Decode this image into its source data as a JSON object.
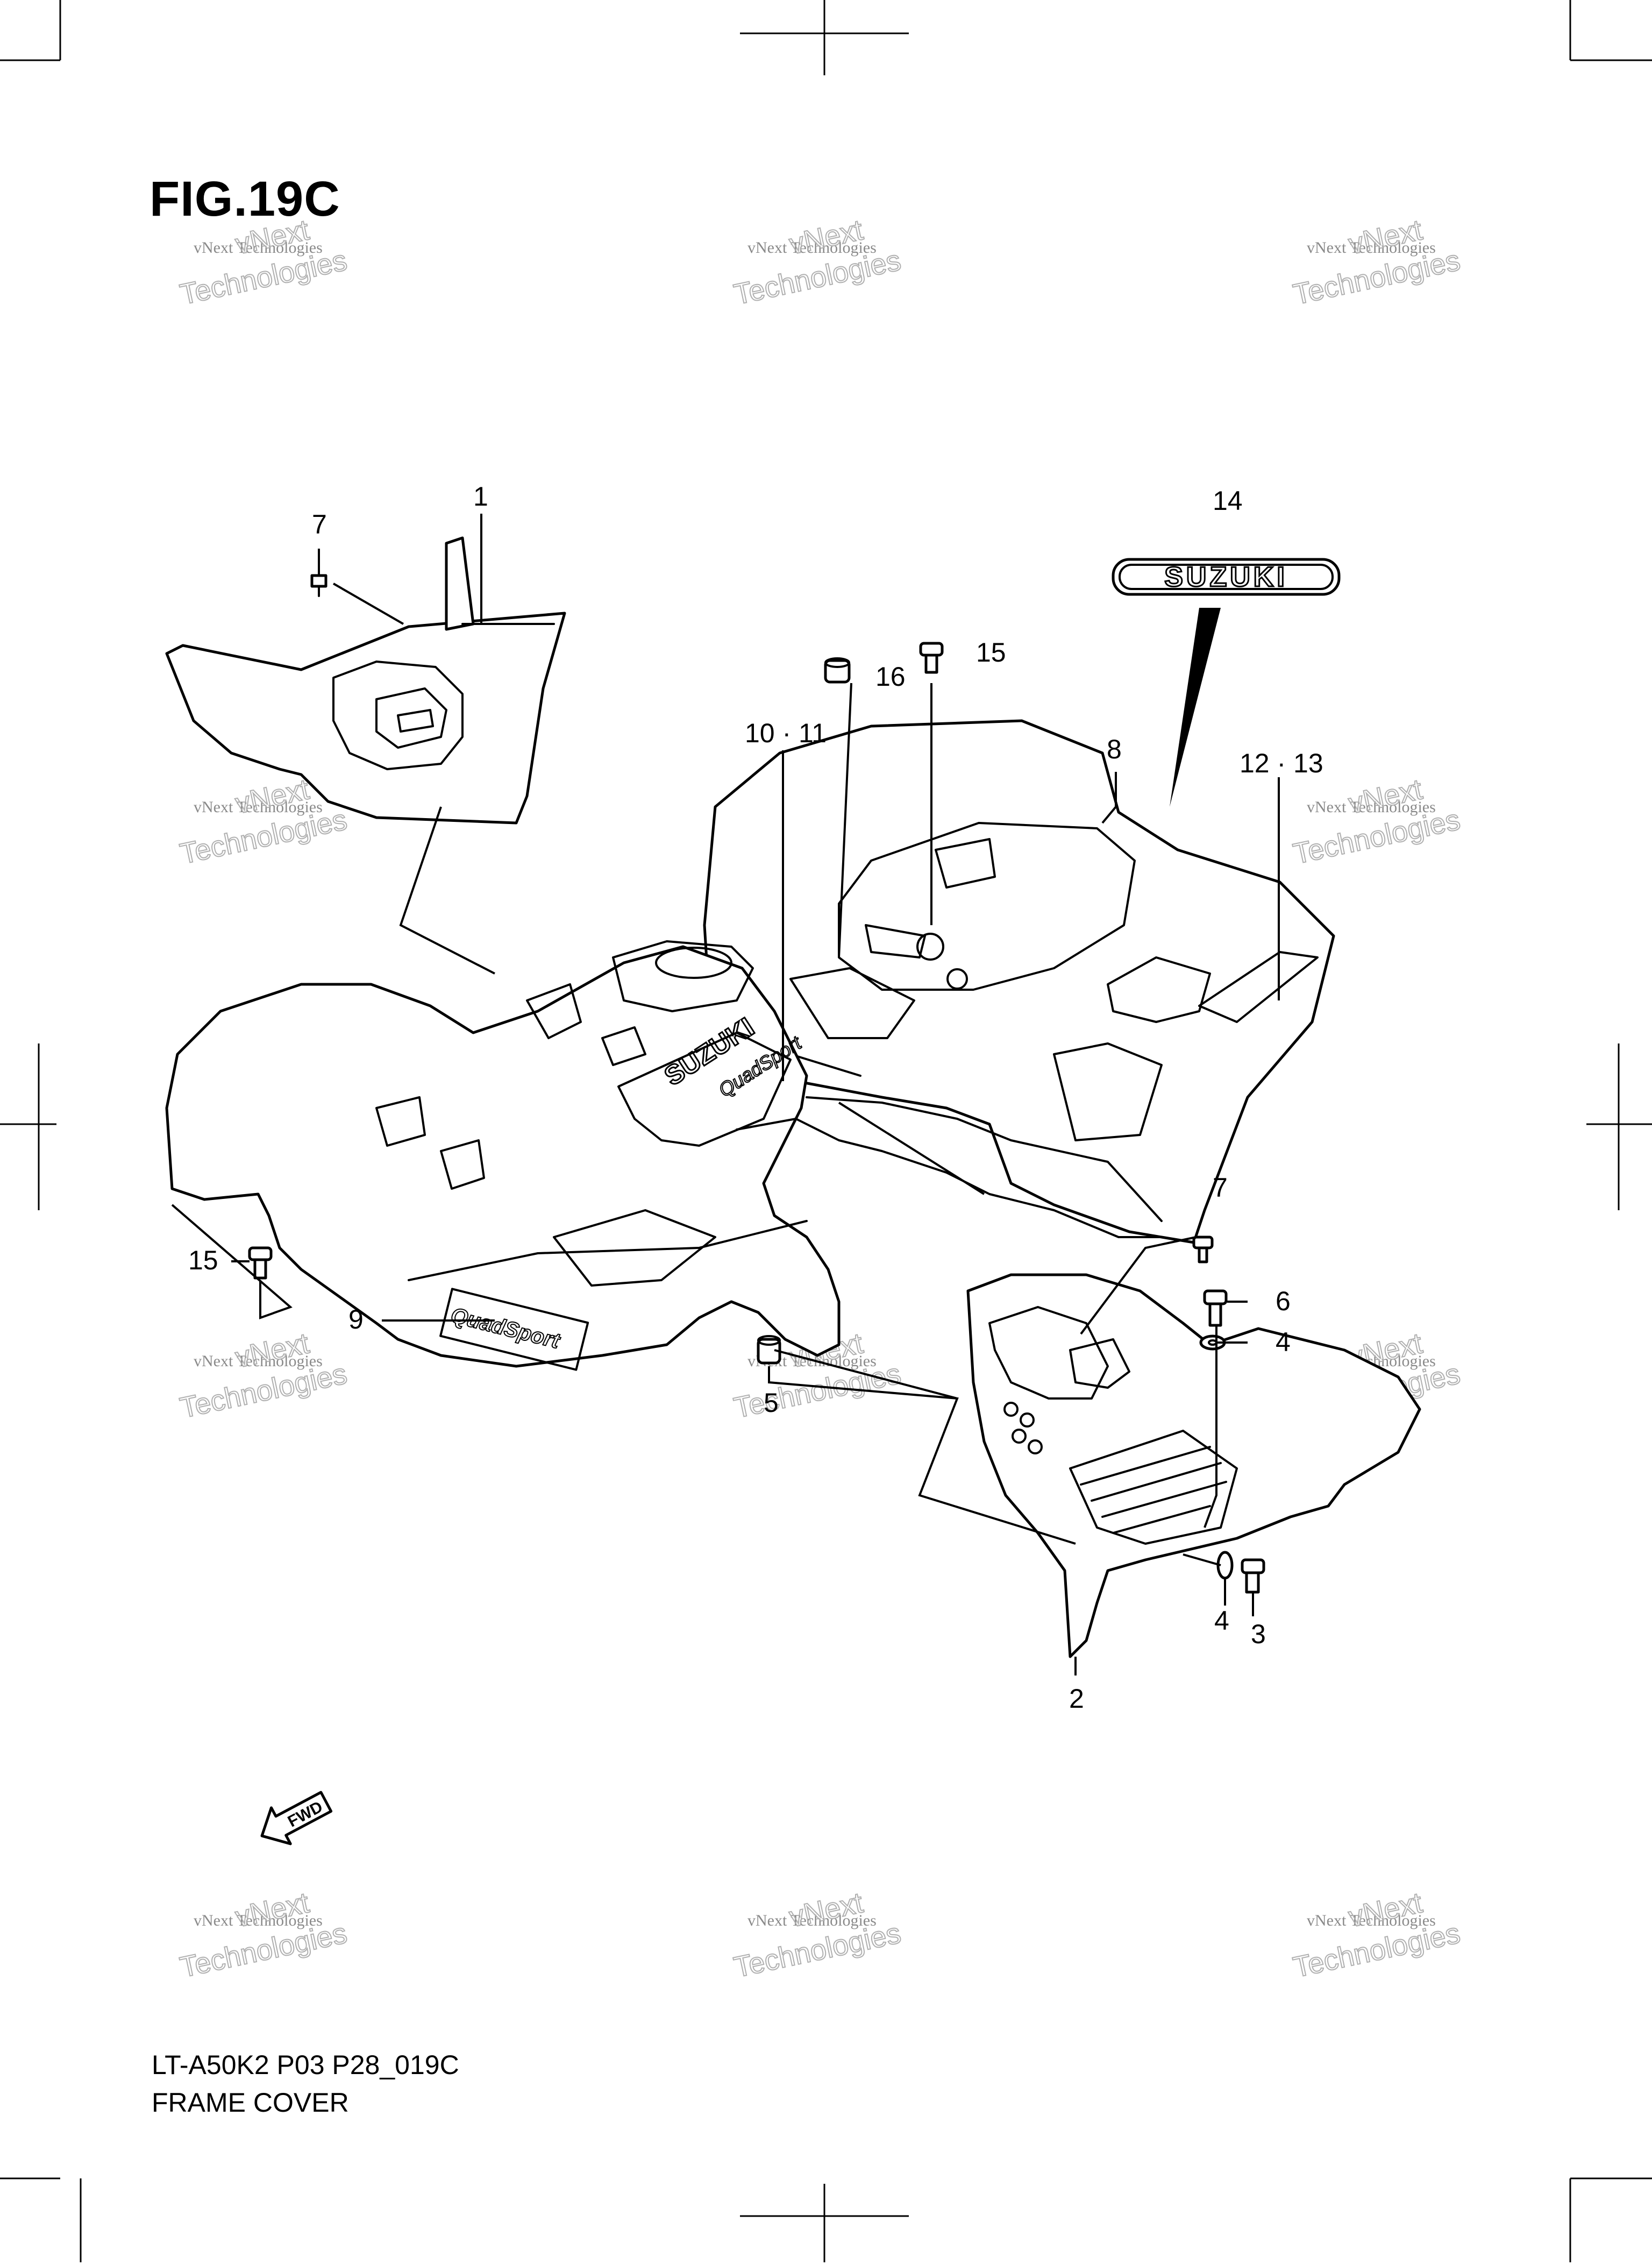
{
  "figure": {
    "title": "FIG.19C",
    "model_code": "LT-A50K2 P03 P28_019C",
    "name": "FRAME COVER"
  },
  "callouts": [
    {
      "id": "c1",
      "label": "1"
    },
    {
      "id": "c2",
      "label": "2"
    },
    {
      "id": "c3",
      "label": "3"
    },
    {
      "id": "c4a",
      "label": "4"
    },
    {
      "id": "c4b",
      "label": "4"
    },
    {
      "id": "c5",
      "label": "5"
    },
    {
      "id": "c6",
      "label": "6"
    },
    {
      "id": "c7a",
      "label": "7"
    },
    {
      "id": "c7b",
      "label": "7"
    },
    {
      "id": "c8",
      "label": "8"
    },
    {
      "id": "c9",
      "label": "9"
    },
    {
      "id": "c10",
      "label": "10 · 11"
    },
    {
      "id": "c12",
      "label": "12 · 13"
    },
    {
      "id": "c14",
      "label": "14"
    },
    {
      "id": "c15a",
      "label": "15"
    },
    {
      "id": "c15b",
      "label": "15"
    },
    {
      "id": "c16",
      "label": "16"
    }
  ],
  "decals": {
    "emblem_text": "SUZUKI",
    "tank_text": "SUZUKI",
    "model_text": "QuadSport"
  },
  "fwd_arrow": "FWD",
  "watermark": {
    "small_text": "vNext Technologies",
    "big_line1": "vNext",
    "big_line2": "Technologies"
  },
  "icons": [
    "fwd-arrow-icon",
    "bolt-icon",
    "washer-icon",
    "grommet-icon"
  ]
}
